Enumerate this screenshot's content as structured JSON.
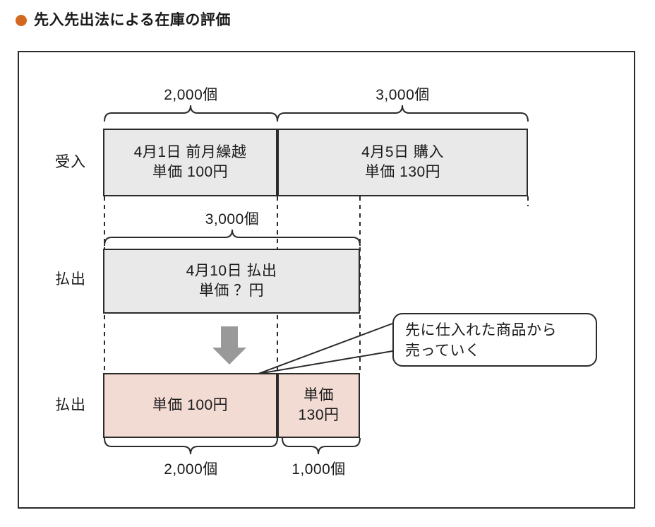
{
  "title": {
    "bullet_color": "#d2691e",
    "text": "先入先出法による在庫の評価"
  },
  "colors": {
    "gray_fill": "#e9e9e9",
    "pink_fill": "#f2dbd3",
    "line": "#2b2b2b",
    "arrow_gray": "#999999"
  },
  "rows": {
    "receipt": {
      "label": "受入",
      "brackets": [
        {
          "qty": "2,000個"
        },
        {
          "qty": "3,000個"
        }
      ],
      "boxes": [
        {
          "line1": "4月1日 前月繰越",
          "line2": "単価 100円"
        },
        {
          "line1": "4月5日 購入",
          "line2": "単価 130円"
        }
      ]
    },
    "issue_top": {
      "label": "払出",
      "bracket": {
        "qty": "3,000個"
      },
      "box": {
        "line1": "4月10日 払出",
        "line2": "単価 ？円"
      }
    },
    "issue_bottom": {
      "label": "払出",
      "boxes": [
        {
          "line1": "単価 100円",
          "line2": ""
        },
        {
          "line1": "単価",
          "line2": "130円"
        }
      ],
      "brackets": [
        {
          "qty": "2,000個"
        },
        {
          "qty": "1,000個"
        }
      ]
    }
  },
  "callout": {
    "line1": "先に仕入れた商品から",
    "line2": "売っていく"
  }
}
